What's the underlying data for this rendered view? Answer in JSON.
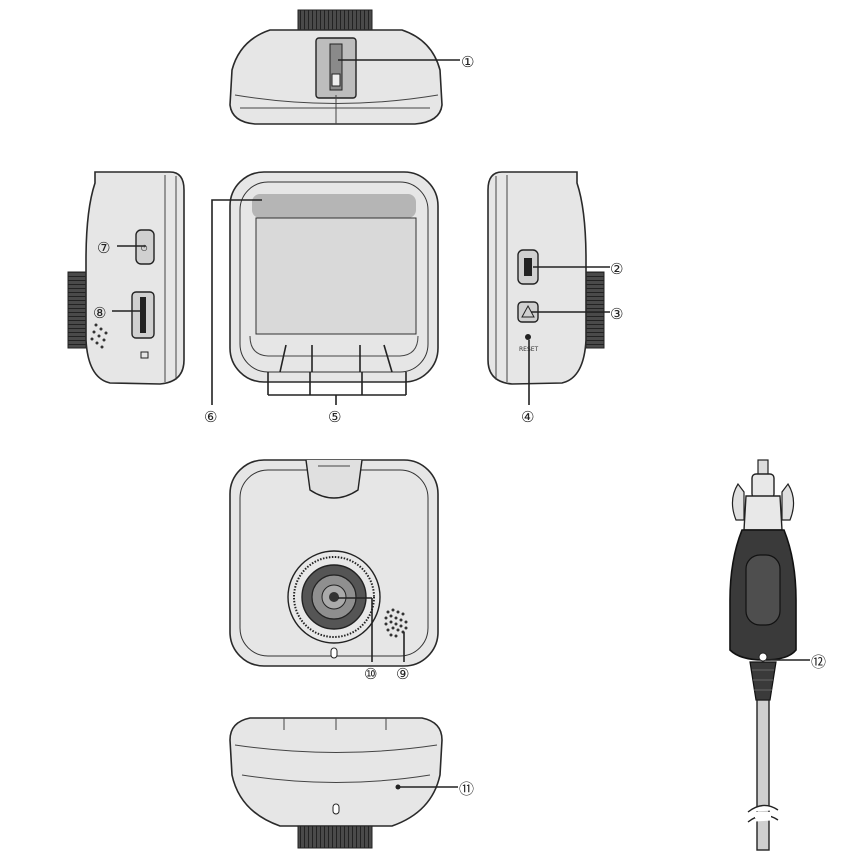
{
  "callouts": [
    {
      "id": 1,
      "text": "①"
    },
    {
      "id": 2,
      "text": "②"
    },
    {
      "id": 3,
      "text": "③"
    },
    {
      "id": 4,
      "text": "④"
    },
    {
      "id": 5,
      "text": "⑤"
    },
    {
      "id": 6,
      "text": "⑥"
    },
    {
      "id": 7,
      "text": "⑦"
    },
    {
      "id": 8,
      "text": "⑧"
    },
    {
      "id": 9,
      "text": "⑨"
    },
    {
      "id": 10,
      "text": "⑩"
    },
    {
      "id": 11,
      "text": "⑪"
    },
    {
      "id": 12,
      "text": "⑫"
    }
  ],
  "reset_label": "RESET",
  "colors": {
    "body": "#e6e6e6",
    "outline": "#2a2a2a",
    "screen": "#d4d4d4",
    "dark": "#3a3a3a"
  }
}
